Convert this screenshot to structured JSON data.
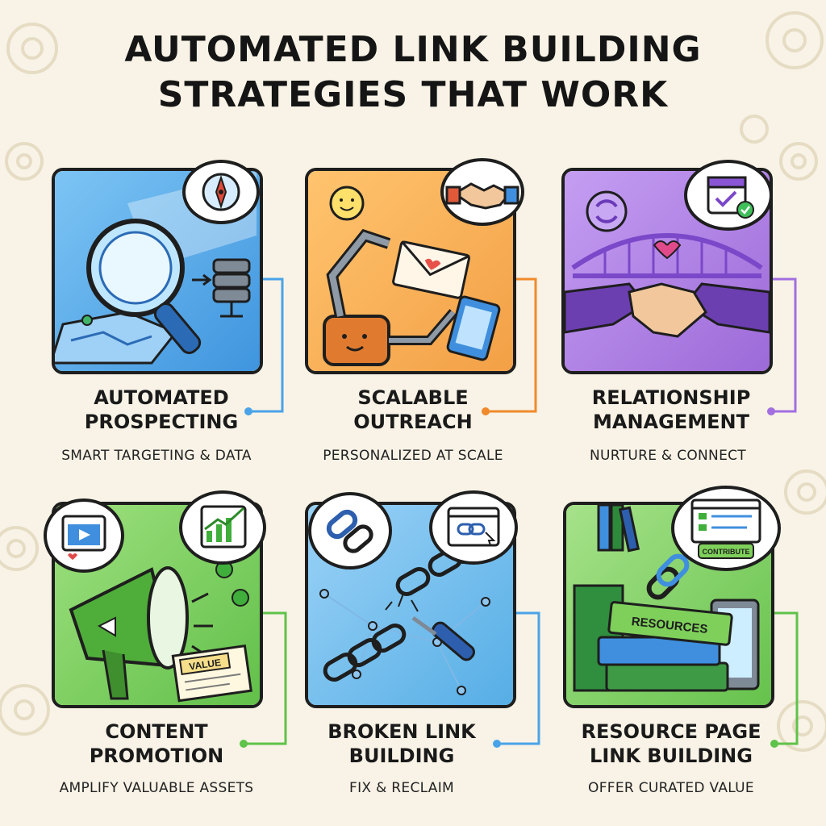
{
  "title": {
    "line1": "AUTOMATED LINK BUILDING",
    "line2": "STRATEGIES THAT WORK"
  },
  "strategies": [
    {
      "title_line1": "AUTOMATED",
      "title_line2": "PROSPECTING",
      "subtitle": "SMART TARGETING & DATA",
      "color": "#4aa3e8",
      "icon": "magnifier-map-database-icon",
      "bubble_icon": "compass-icon"
    },
    {
      "title_line1": "SCALABLE",
      "title_line2": "OUTREACH",
      "subtitle": "PERSONALIZED AT SCALE",
      "color": "#f4a64a",
      "icon": "robot-envelope-icon",
      "bubble_icon": "handshake-icon"
    },
    {
      "title_line1": "RELATIONSHIP",
      "title_line2": "MANAGEMENT",
      "subtitle": "NURTURE & CONNECT",
      "color": "#a26ee0",
      "icon": "bridge-handshake-icon",
      "bubble_icon": "calendar-check-icon"
    },
    {
      "title_line1": "CONTENT",
      "title_line2": "PROMOTION",
      "subtitle": "AMPLIFY VALUABLE ASSETS",
      "color": "#79cf5a",
      "icon": "megaphone-icon",
      "bubble_icon": "growth-chart-icon",
      "tag": "VALUE"
    },
    {
      "title_line1": "BROKEN LINK",
      "title_line2": "BUILDING",
      "subtitle": "FIX & RECLAIM",
      "color": "#5fb4ea",
      "icon": "broken-chain-icon",
      "bubble_icon": "browser-link-icon"
    },
    {
      "title_line1": "RESOURCE PAGE",
      "title_line2": "LINK BUILDING",
      "subtitle": "OFFER CURATED VALUE",
      "color": "#7ccc5e",
      "icon": "books-link-icon",
      "bubble_icon": "browser-contribute-icon",
      "tag": "RESOURCES",
      "bubble_tag": "CONTRIBUTE"
    }
  ]
}
